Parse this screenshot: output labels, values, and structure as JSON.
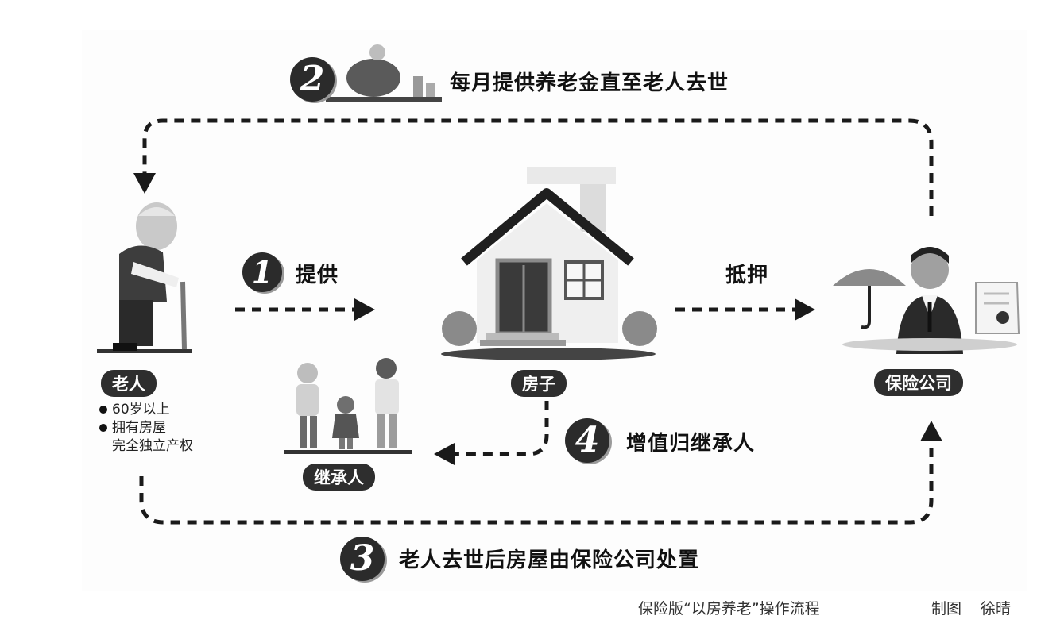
{
  "steps": {
    "step1": {
      "num": "1",
      "label": "提供"
    },
    "step2": {
      "num": "2",
      "label": "每月提供养老金直至老人去世"
    },
    "step3": {
      "num": "3",
      "label": "老人去世后房屋由保险公司处置"
    },
    "step4": {
      "num": "4",
      "label": "增值归继承人"
    },
    "mortgage": {
      "label": "抵押"
    }
  },
  "nodes": {
    "elder": "老人",
    "house": "房子",
    "heirs": "继承人",
    "insurer": "保险公司"
  },
  "elder_conditions": [
    "60岁以上",
    "拥有房屋",
    "完全独立产权"
  ],
  "caption": "保险版“以房养老”操作流程",
  "credit": "制图 徐晴",
  "colors": {
    "arrow": "#1a1a1a",
    "pill": "#2e2e2e",
    "accent_gray": "#8a8a8a"
  }
}
